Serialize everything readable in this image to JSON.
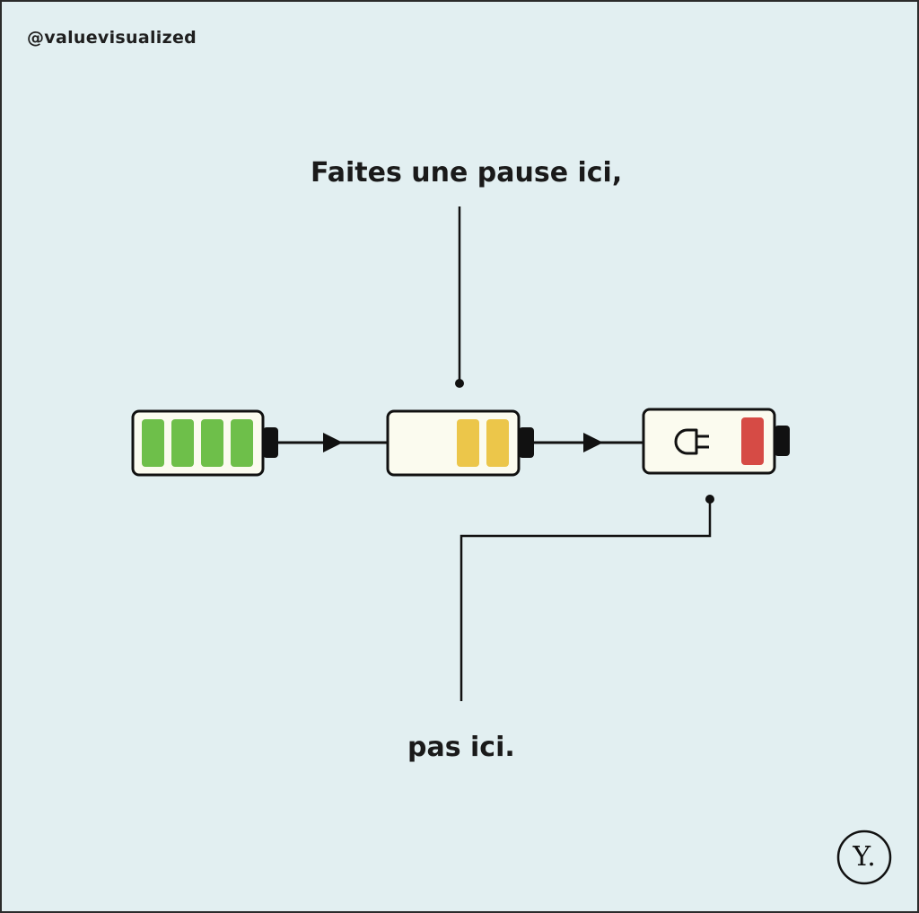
{
  "handle": "@valuevisualized",
  "caption_top": "Faites une pause ici,",
  "caption_bottom": "pas ici.",
  "logo_letter": "Y.",
  "batteries": [
    {
      "state": "full",
      "filled_cells": 4,
      "total_cells": 4,
      "cell_color": "#6ebf4a"
    },
    {
      "state": "half",
      "filled_cells": 2,
      "total_cells": 4,
      "cell_color": "#ecc64a"
    },
    {
      "state": "low",
      "filled_cells": 1,
      "total_cells": 4,
      "cell_color": "#d64b45",
      "plug_icon": "plug-icon"
    }
  ],
  "colors": {
    "background": "#e2eff1",
    "ink": "#111111",
    "battery_body": "#fbfbef"
  }
}
